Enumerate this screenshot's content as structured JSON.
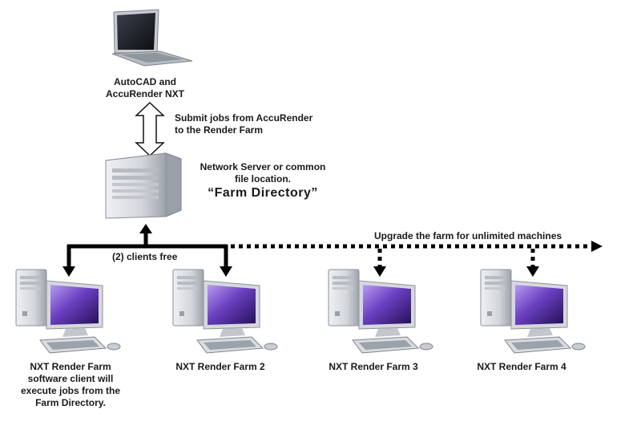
{
  "laptop": {
    "icon": "laptop-icon",
    "label_line1": "AutoCAD and",
    "label_line2": "AccuRender NXT"
  },
  "submit_note": {
    "line1": "Submit jobs from AccuRender",
    "line2": "to the Render Farm"
  },
  "server": {
    "icon": "server-tower-icon",
    "note_line1": "Network Server or common",
    "note_line2": "file location.",
    "title": "“Farm Directory”"
  },
  "clients_note": "(2) clients free",
  "upgrade_note": "Upgrade the farm for unlimited machines",
  "workstations": [
    {
      "icon": "workstation-icon",
      "lines": [
        "NXT Render Farm",
        "software client will",
        "execute jobs from the",
        "Farm Directory."
      ],
      "connection": "solid"
    },
    {
      "icon": "workstation-icon",
      "lines": [
        "NXT Render Farm 2"
      ],
      "connection": "solid"
    },
    {
      "icon": "workstation-icon",
      "lines": [
        "NXT Render Farm 3"
      ],
      "connection": "dotted"
    },
    {
      "icon": "workstation-icon",
      "lines": [
        "NXT Render Farm 4"
      ],
      "connection": "dotted"
    }
  ],
  "colors": {
    "screen_purple": "#6a3fc0",
    "arrow": "#000000",
    "device_gray": "#c9ccd2"
  }
}
